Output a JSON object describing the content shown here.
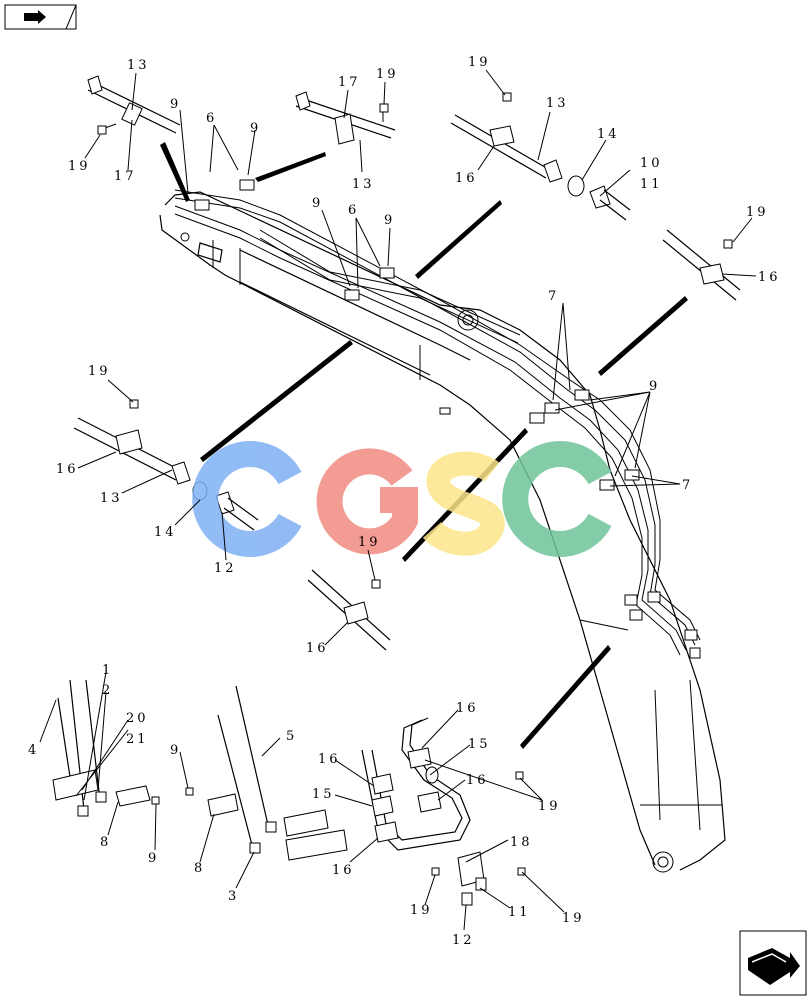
{
  "nav": {
    "prev_icon": "arrow-icon",
    "next_icon": "arrow-icon"
  },
  "watermark": {
    "text": "CGSC",
    "colors": [
      "#7fb0f5",
      "#f28b82",
      "#fde68a",
      "#6fc39a"
    ]
  },
  "callouts": {
    "c13a": "13",
    "c17a": "17",
    "c19a": "19",
    "c9a": "9",
    "c6a": "6",
    "c9b": "9",
    "c17b": "17",
    "c19b": "19",
    "c13b": "13",
    "c19c": "19",
    "c13c": "13",
    "c16a": "16",
    "c14a": "14",
    "c10": "10",
    "c11a": "11",
    "c19d": "19",
    "c16b": "16",
    "c9c": "9",
    "c6b": "6",
    "c9d": "9",
    "c7a": "7",
    "c9e": "9",
    "c7b": "7",
    "c19e": "19",
    "c16c": "16",
    "c13d": "13",
    "c14b": "14",
    "c12a": "12",
    "c19f": "19",
    "c16d": "16",
    "c1": "1",
    "c2": "2",
    "c20": "20",
    "c21": "21",
    "c4": "4",
    "c8a": "8",
    "c9f": "9",
    "c9g": "9",
    "c8b": "8",
    "c5": "5",
    "c3": "3",
    "c16e": "16",
    "c15a": "15",
    "c16f": "16",
    "c15b": "15",
    "c16g": "16",
    "c16h": "16",
    "c19g": "19",
    "c18": "18",
    "c19h": "19",
    "c11b": "11",
    "c12b": "12",
    "c19i": "19"
  }
}
